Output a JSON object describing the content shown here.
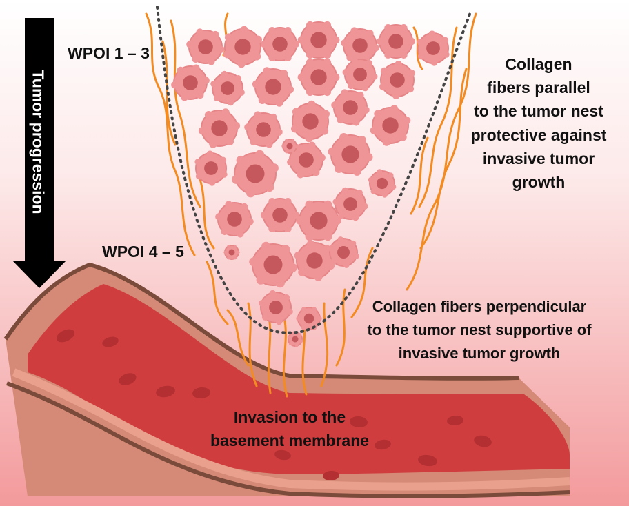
{
  "colors": {
    "background_top": "#ffffff",
    "background_bottom": "#f39a9c",
    "vessel_wall": "#d48a76",
    "vessel_lumen": "#cf3d3f",
    "vessel_edge": "#7a4a3a",
    "red_cell": "#b32f31",
    "tumor_cell": "#ef9597",
    "tumor_nucleus": "#c4585c",
    "collagen": "#f28b22",
    "arrow": "#000000"
  },
  "labels": {
    "progression": "Tumor progression",
    "wpoi_low": "WPOI 1 – 3",
    "wpoi_high": "WPOI 4 – 5",
    "parallel": [
      "Collagen",
      "fibers parallel",
      "to the tumor nest",
      "protective against",
      "invasive tumor",
      "growth"
    ],
    "perpendicular": [
      "Collagen fibers perpendicular",
      "to the tumor nest supportive of",
      "invasive tumor growth"
    ],
    "invasion": [
      "Invasion to the",
      "basement membrane"
    ]
  }
}
